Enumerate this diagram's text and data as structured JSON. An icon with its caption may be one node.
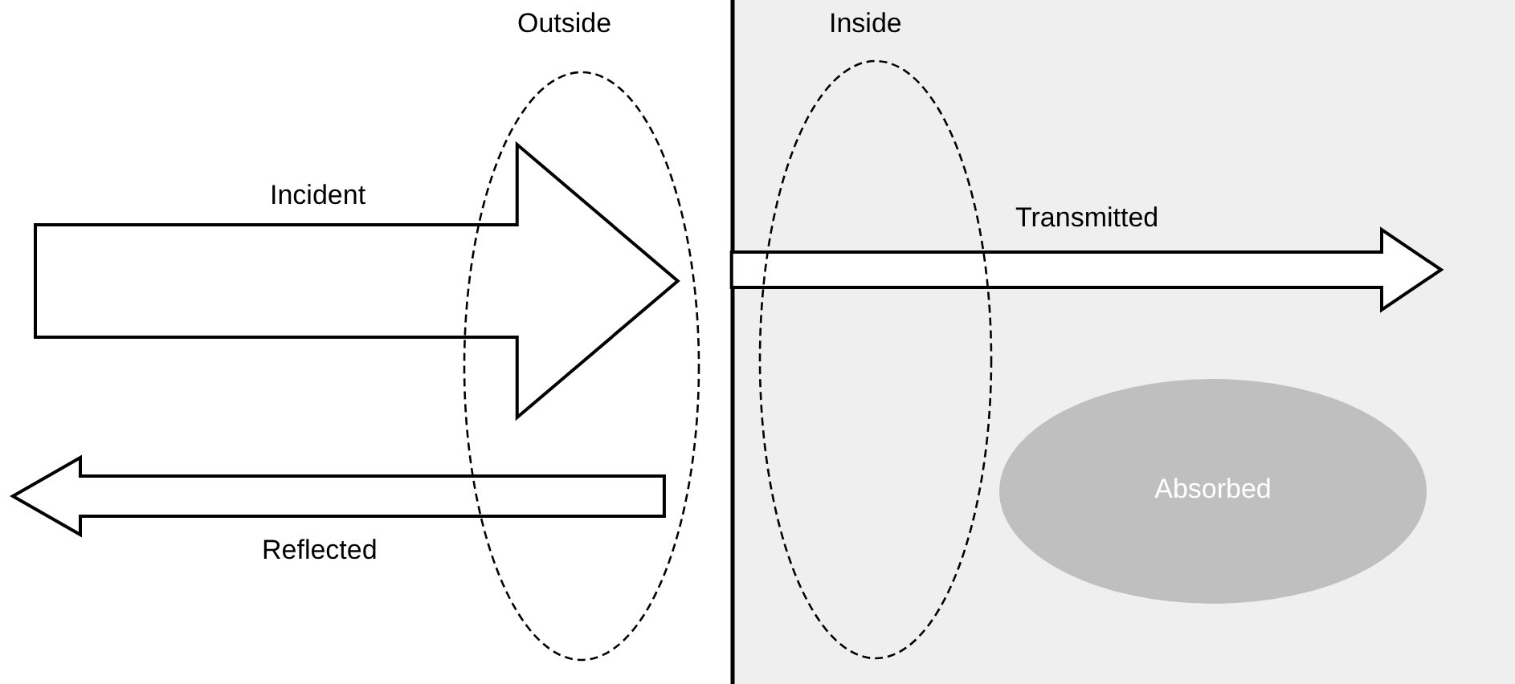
{
  "diagram": {
    "nodes": [
      {
        "text": [
          "Outside"
        ]
      },
      {
        "text": [
          "Inside"
        ]
      },
      {
        "text": [
          "Absorbed"
        ]
      }
    ],
    "edges": [
      {
        "from": null,
        "to": 0,
        "arrow": "to",
        "label": "Incident"
      },
      {
        "from": 0,
        "to": null,
        "arrow": "to",
        "label": "Reflected"
      },
      {
        "from": 1,
        "to": null,
        "arrow": "to",
        "label": "Transmitted"
      }
    ]
  }
}
